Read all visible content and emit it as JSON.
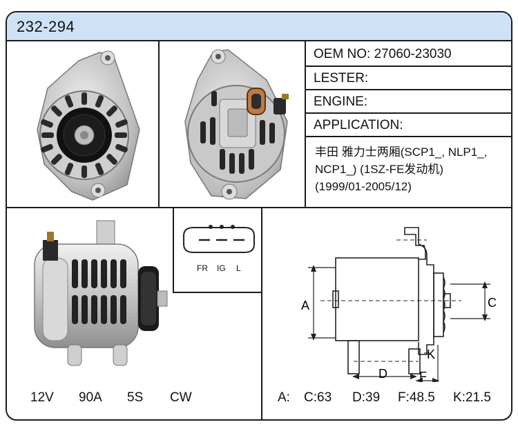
{
  "header": {
    "part_number": "232-294"
  },
  "info": {
    "oem": "OEM NO: 27060-23030",
    "lester": "LESTER:",
    "engine": "ENGINE:",
    "application": "APPLICATION:",
    "app_line1": "丰田 雅力士两厢(SCP1_, NLP1_,",
    "app_line2": "NCP1_) (1SZ-FE发动机)",
    "app_line3": "(1999/01-2005/12)"
  },
  "connector": {
    "pin1": "FR",
    "pin2": "IG",
    "pin3": "L"
  },
  "specs": {
    "voltage": "12V",
    "amperage": "90A",
    "pulley": "5S",
    "rotation": "CW"
  },
  "dimensions": {
    "A": "A:",
    "C": "C:63",
    "D": "D:39",
    "F": "F:48.5",
    "K": "K:21.5",
    "labels": {
      "a": "A",
      "c": "C",
      "d": "D",
      "f": "F",
      "k": "K"
    }
  }
}
